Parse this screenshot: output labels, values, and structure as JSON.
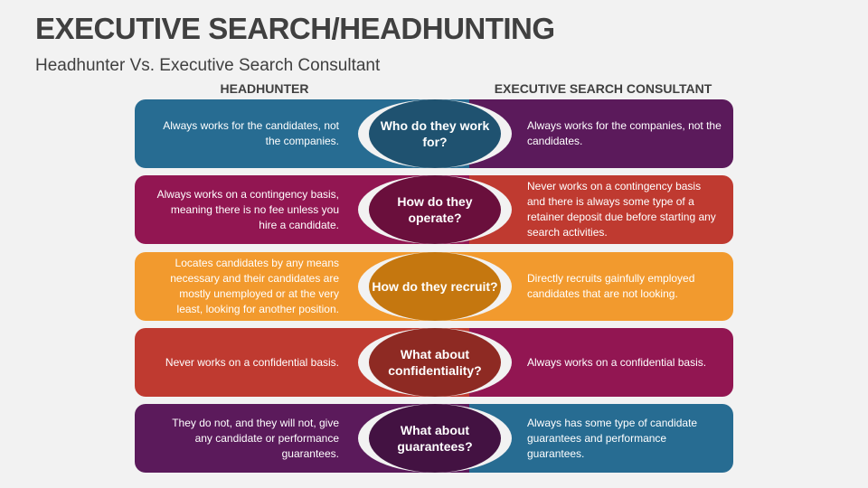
{
  "header": {
    "title": "EXECUTIVE SEARCH/HEADHUNTING",
    "subtitle": "Headhunter Vs. Executive Search Consultant"
  },
  "columns": {
    "left": "HEADHUNTER",
    "right": "EXECUTIVE SEARCH CONSULTANT"
  },
  "rows": [
    {
      "question": "Who do they work for?",
      "headhunter": "Always works for the candidates, not the companies.",
      "consultant": "Always works for the companies, not the candidates.",
      "colors": {
        "left": "#276c92",
        "center": "#1f5270",
        "right": "#5b1a5b"
      }
    },
    {
      "question": "How do they operate?",
      "headhunter": "Always works on a contingency basis, meaning there is no fee unless you hire a candidate.",
      "consultant": "Never works on a contingency basis and there is always some type of a retainer deposit due before starting any search activities.",
      "colors": {
        "left": "#921652",
        "center": "#6a0f3c",
        "right": "#bf3a30"
      }
    },
    {
      "question": "How do they recruit?",
      "headhunter": "Locates candidates by any means necessary and their candidates are mostly unemployed or at the very least, looking for another position.",
      "consultant": "Directly recruits gainfully employed candidates that are not looking.",
      "colors": {
        "left": "#f29a2e",
        "center": "#c5770f",
        "right": "#f29a2e"
      }
    },
    {
      "question": "What about confidentiality?",
      "headhunter": "Never works on a confidential basis.",
      "consultant": "Always works on a confidential basis.",
      "colors": {
        "left": "#bf3a30",
        "center": "#8e2a23",
        "right": "#921652"
      }
    },
    {
      "question": "What about guarantees?",
      "headhunter": "They do not, and they will not, give any candidate or performance guarantees.",
      "consultant": "Always has some type of candidate guarantees and performance guarantees.",
      "colors": {
        "left": "#5b1a5b",
        "center": "#431242",
        "right": "#276c92"
      }
    }
  ]
}
